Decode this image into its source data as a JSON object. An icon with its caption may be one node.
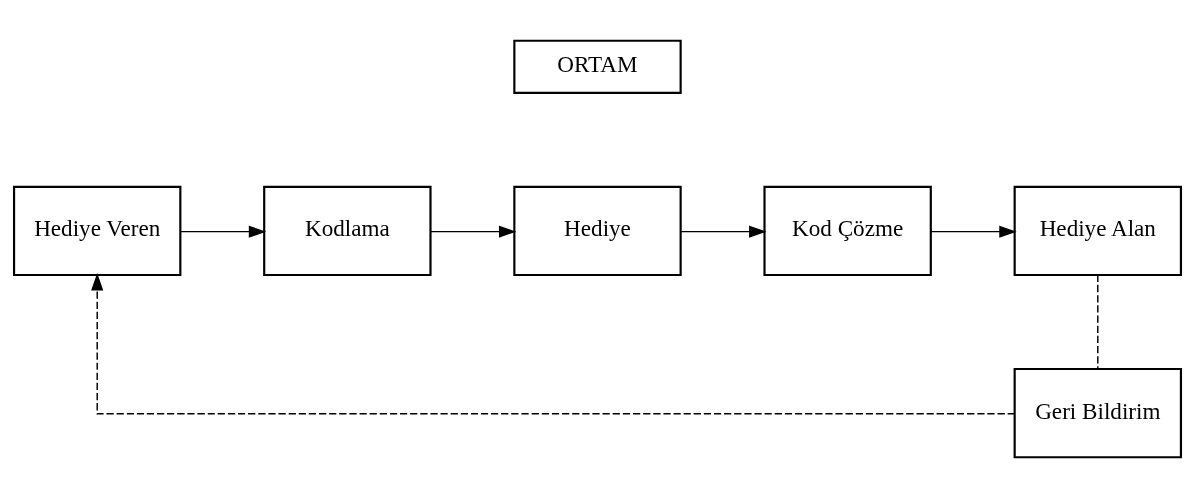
{
  "diagram": {
    "nodes": [
      {
        "text": [
          "ORTAM"
        ]
      },
      {
        "text": [
          "Hediye Veren"
        ]
      },
      {
        "text": [
          "Kodlama"
        ]
      },
      {
        "text": [
          "Hediye"
        ]
      },
      {
        "text": [
          "Kod Çözme"
        ]
      },
      {
        "text": [
          "Hediye Alan"
        ]
      },
      {
        "text": [
          "Geri Bildirim"
        ]
      }
    ],
    "edges": [
      {
        "from": 1,
        "to": 2,
        "arrow": "to"
      },
      {
        "from": 2,
        "to": 3,
        "arrow": "to"
      },
      {
        "from": 3,
        "to": 4,
        "arrow": "to"
      },
      {
        "from": 4,
        "to": 5,
        "arrow": "to"
      },
      {
        "from": 5,
        "to": 6,
        "arrow": "none",
        "style": "dashed"
      },
      {
        "from": 6,
        "to": 1,
        "arrow": "to",
        "style": "dashed"
      }
    ]
  }
}
